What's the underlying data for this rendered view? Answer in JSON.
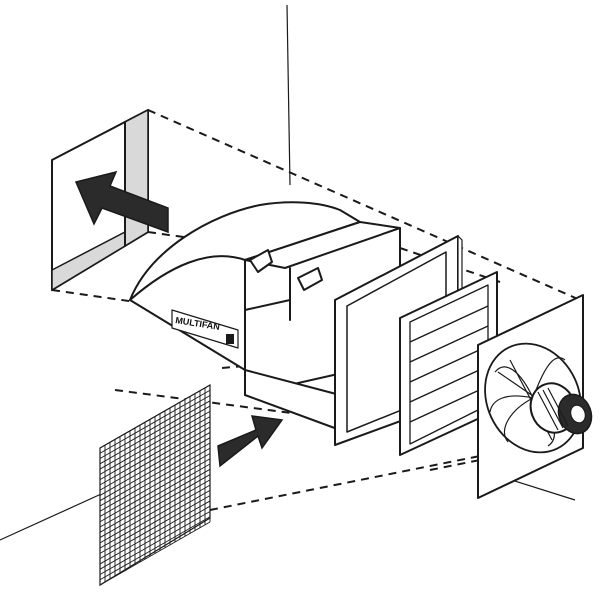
{
  "brand": {
    "logo_text": "MULTIFAN"
  },
  "colors": {
    "line": "#1a1a1a",
    "shade": "#d9d9d9",
    "arrow": "#2b2b2b",
    "background": "#ffffff"
  },
  "icons": {
    "exhaust_arrow": "arrow-left-icon",
    "intake_arrow": "arrow-right-icon"
  },
  "parts": [
    "wall-opening",
    "fan-housing",
    "mounting-frame",
    "shutter",
    "fan-unit",
    "protective-mesh"
  ]
}
